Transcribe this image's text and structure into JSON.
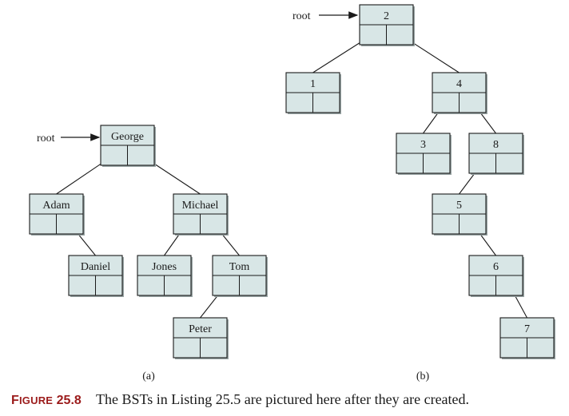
{
  "tree_a": {
    "panel_label": "(a)",
    "root_label": "root",
    "nodes": [
      {
        "id": "george",
        "label": "George"
      },
      {
        "id": "adam",
        "label": "Adam"
      },
      {
        "id": "michael",
        "label": "Michael"
      },
      {
        "id": "daniel",
        "label": "Daniel"
      },
      {
        "id": "jones",
        "label": "Jones"
      },
      {
        "id": "tom",
        "label": "Tom"
      },
      {
        "id": "peter",
        "label": "Peter"
      }
    ],
    "edges": [
      {
        "from": "george",
        "side": "left",
        "to": "adam"
      },
      {
        "from": "george",
        "side": "right",
        "to": "michael"
      },
      {
        "from": "adam",
        "side": "right",
        "to": "daniel"
      },
      {
        "from": "michael",
        "side": "left",
        "to": "jones"
      },
      {
        "from": "michael",
        "side": "right",
        "to": "tom"
      },
      {
        "from": "tom",
        "side": "left",
        "to": "peter"
      }
    ]
  },
  "tree_b": {
    "panel_label": "(b)",
    "root_label": "root",
    "nodes": [
      {
        "id": "n2",
        "label": "2"
      },
      {
        "id": "n1",
        "label": "1"
      },
      {
        "id": "n4",
        "label": "4"
      },
      {
        "id": "n3",
        "label": "3"
      },
      {
        "id": "n8",
        "label": "8"
      },
      {
        "id": "n5",
        "label": "5"
      },
      {
        "id": "n6",
        "label": "6"
      },
      {
        "id": "n7",
        "label": "7"
      }
    ],
    "edges": [
      {
        "from": "n2",
        "side": "left",
        "to": "n1"
      },
      {
        "from": "n2",
        "side": "right",
        "to": "n4"
      },
      {
        "from": "n4",
        "side": "left",
        "to": "n3"
      },
      {
        "from": "n4",
        "side": "right",
        "to": "n8"
      },
      {
        "from": "n8",
        "side": "left",
        "to": "n5"
      },
      {
        "from": "n5",
        "side": "right",
        "to": "n6"
      },
      {
        "from": "n6",
        "side": "right",
        "to": "n7"
      }
    ]
  },
  "caption": {
    "prefix_initial": "F",
    "prefix_rest": "IGURE",
    "number": "25.8",
    "text": "The BSTs in Listing 25.5 are pictured here after they are created."
  },
  "colors": {
    "node_fill": "#d8e6e6",
    "node_stroke": "#1a1a1a",
    "caption_accent": "#9b1b1b"
  }
}
